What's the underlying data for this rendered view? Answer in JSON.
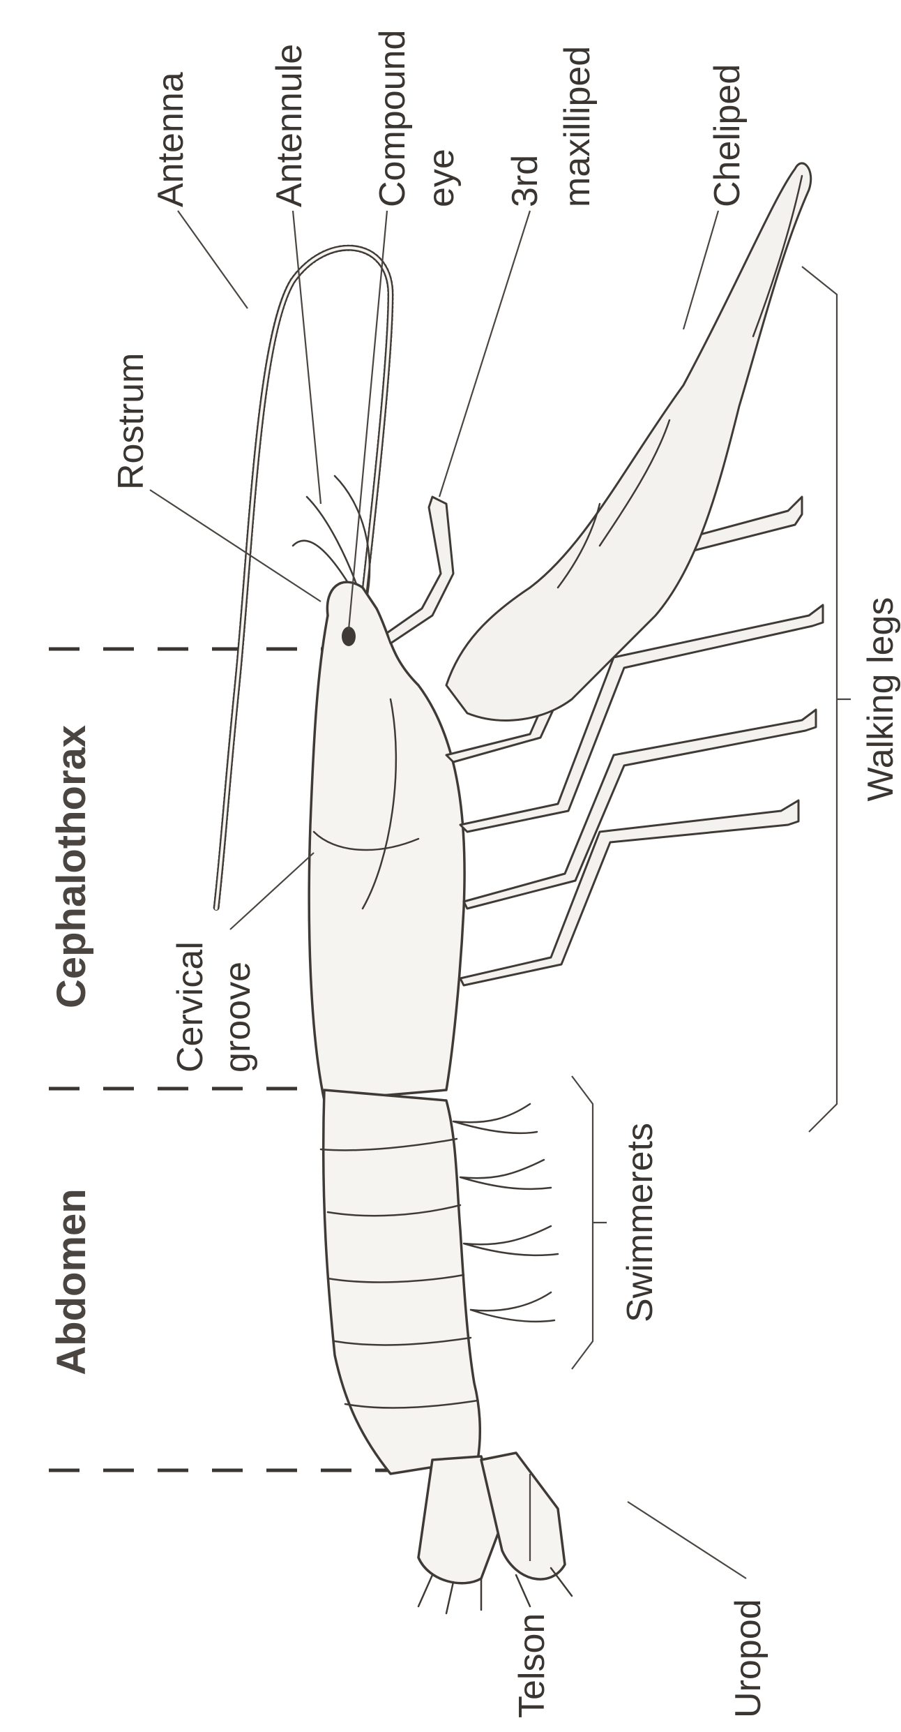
{
  "labels": {
    "antenna": "Antenna",
    "antennule": "Antennule",
    "compound_eye_line1": "Compound",
    "compound_eye_line2": "eye",
    "maxilliped_line1": "3rd",
    "maxilliped_line2": "maxilliped",
    "cheliped": "Cheliped",
    "rostrum": "Rostrum",
    "cephalothorax": "Cephalothorax",
    "cervical_line1": "Cervical",
    "cervical_line2": "groove",
    "abdomen": "Abdomen",
    "swimmerets": "Swimmerets",
    "walking_legs": "Walking legs",
    "telson": "Telson",
    "uropod": "Uropod"
  },
  "colors": {
    "ink": "#3f3a35",
    "paper": "#ffffff",
    "body_fill": "#f6f4f0"
  }
}
